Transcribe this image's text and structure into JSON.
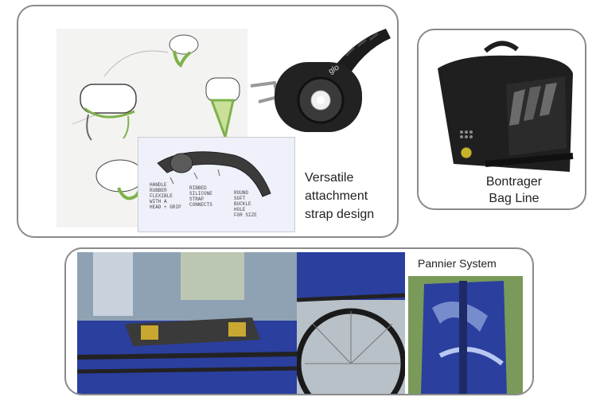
{
  "panels": {
    "strap": {
      "caption_lines": [
        "Versatile",
        "attachment",
        "strap design"
      ]
    },
    "bag": {
      "caption_lines": [
        "Bontrager",
        "Bag Line"
      ]
    },
    "pannier": {
      "caption": "Pannier System"
    }
  },
  "light": {
    "logo": "glo"
  },
  "sketch_notes": {
    "left": [
      "HANDLE",
      "RUBBER",
      "FLEXIBLE",
      "WITH A",
      "HEAD + GRIP"
    ],
    "mid": [
      "RIBBED",
      "SILICONE",
      "STRAP",
      "CONNECTS"
    ],
    "right": [
      "ROUND",
      "SOFT",
      "BUCKLE",
      "HOLE",
      "FOR SIZE"
    ]
  },
  "colors": {
    "border": "#8a8a8a",
    "pannier_blue": "#2b3f9e",
    "sketch_green": "#7fb24a"
  }
}
